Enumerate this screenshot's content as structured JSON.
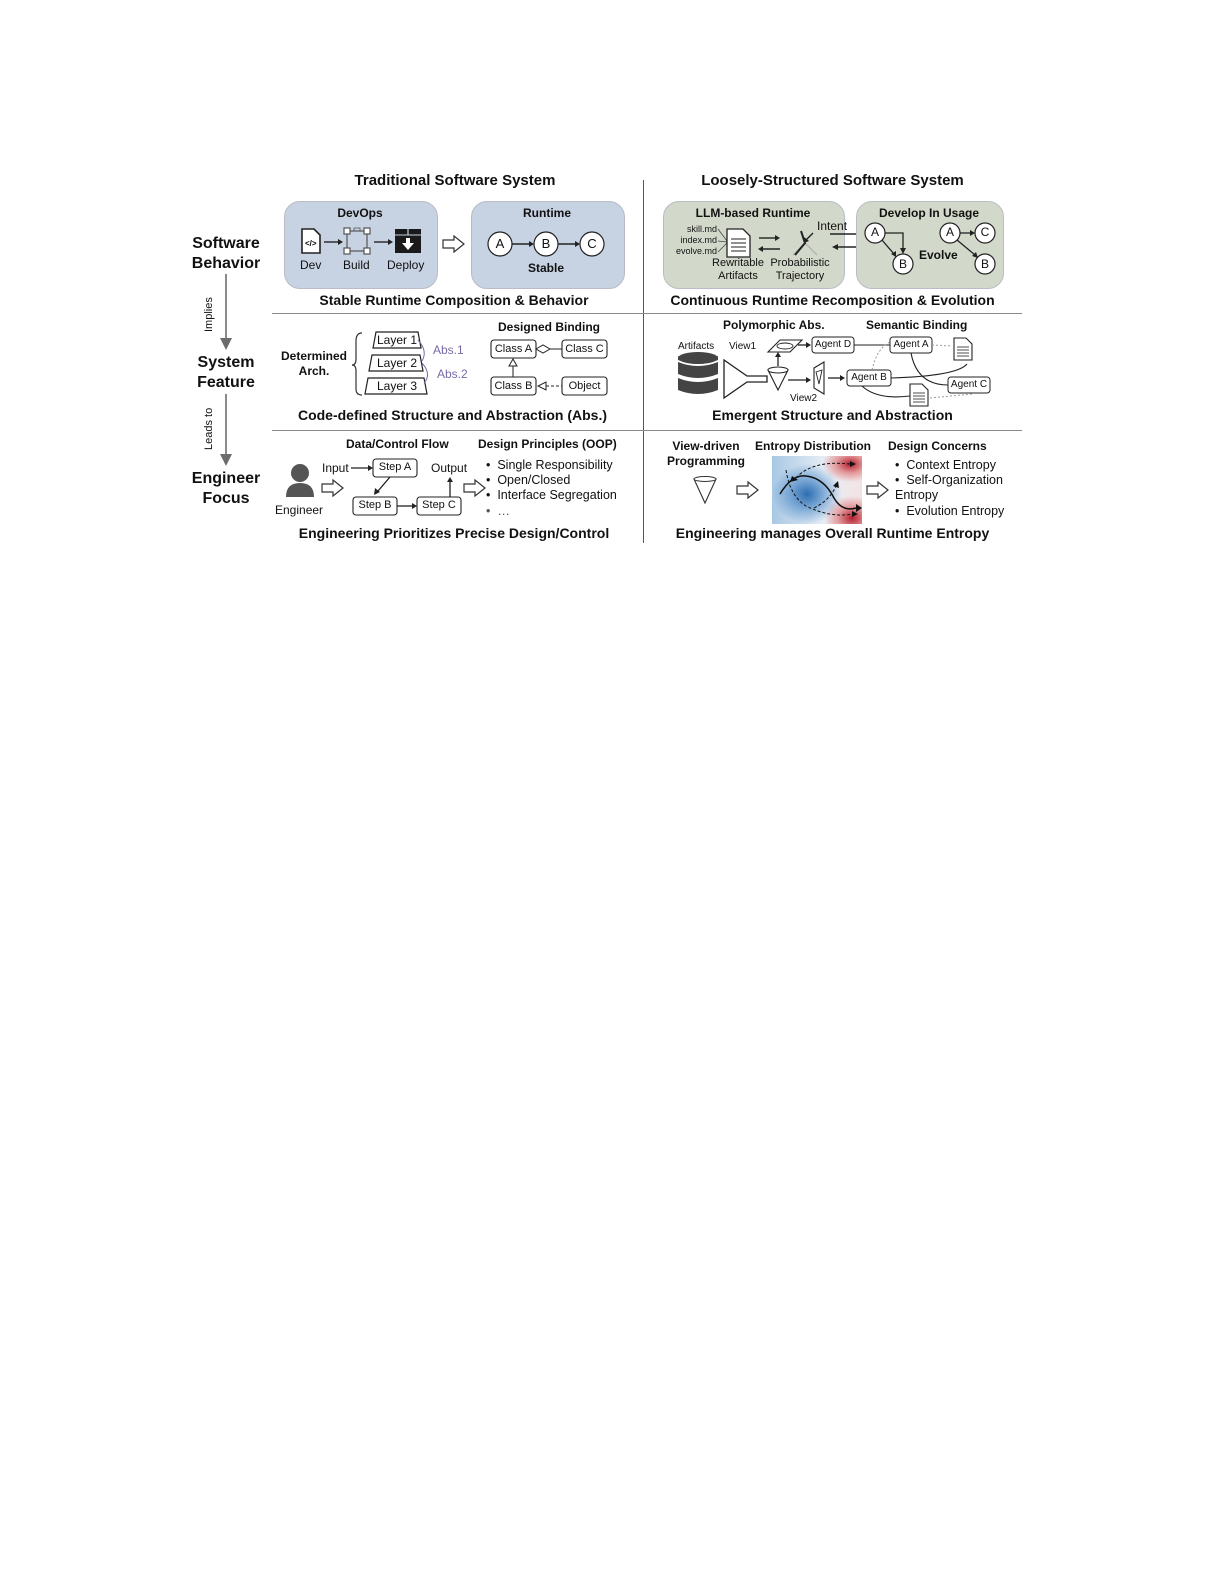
{
  "columns": {
    "left_title": "Traditional Software System",
    "right_title": "Loosely-Structured Software System"
  },
  "row_labels": {
    "software_behavior": [
      "Software",
      "Behavior"
    ],
    "system_feature": [
      "System",
      "Feature"
    ],
    "engineer_focus": [
      "Engineer",
      "Focus"
    ],
    "arrow1": "Implies",
    "arrow2": "Leads to"
  },
  "row1": {
    "left": {
      "devops": {
        "title": "DevOps",
        "steps": [
          "Dev",
          "Build",
          "Deploy"
        ]
      },
      "runtime": {
        "title": "Runtime",
        "nodes": [
          "A",
          "B",
          "C"
        ],
        "caption": "Stable"
      },
      "caption": "Stable Runtime Composition & Behavior"
    },
    "right": {
      "llm_runtime": {
        "title": "LLM-based Runtime",
        "files": [
          "skill.md",
          "index.md",
          "evolve.md"
        ],
        "artifacts_label": [
          "Rewritable",
          "Artifacts"
        ],
        "trajectory_label": [
          "Probabilistic",
          "Trajectory"
        ],
        "intent": "Intent"
      },
      "develop_in_usage": {
        "title": "Develop In Usage",
        "nodes_before": [
          "A",
          "B"
        ],
        "nodes_after": [
          "A",
          "C",
          "B"
        ],
        "evolve": "Evolve"
      },
      "caption": "Continuous Runtime Recomposition & Evolution"
    }
  },
  "row2": {
    "left": {
      "arch_label": [
        "Determined",
        "Arch."
      ],
      "layers": [
        "Layer 1",
        "Layer 2",
        "Layer 3"
      ],
      "abs": [
        "Abs.1",
        "Abs.2"
      ],
      "binding_title": "Designed Binding",
      "classes": [
        "Class A",
        "Class C",
        "Class B",
        "Object"
      ],
      "caption": "Code-defined Structure and Abstraction (Abs.)"
    },
    "right": {
      "poly_title": "Polymorphic Abs.",
      "semantic_title": "Semantic Binding",
      "artifacts": "Artifacts",
      "views": [
        "View1",
        "View2"
      ],
      "agents": [
        "Agent D",
        "Agent A",
        "Agent B",
        "Agent C"
      ],
      "caption": "Emergent Structure and Abstraction"
    }
  },
  "row3": {
    "left": {
      "engineer": "Engineer",
      "flow_title": "Data/Control Flow",
      "input": "Input",
      "output": "Output",
      "steps": [
        "Step A",
        "Step B",
        "Step C"
      ],
      "principles_title": "Design Principles (OOP)",
      "principles": [
        "Single Responsibility",
        "Open/Closed",
        "Interface Segregation",
        "…"
      ],
      "caption": "Engineering Prioritizes Precise Design/Control"
    },
    "right": {
      "view_title": [
        "View-driven",
        "Programming"
      ],
      "entropy_title": "Entropy Distribution",
      "concerns_title": "Design Concerns",
      "concerns": [
        "Context Entropy",
        "Self-Organization",
        "Entropy",
        "Evolution Entropy"
      ],
      "caption": "Engineering manages Overall Runtime Entropy"
    }
  },
  "colors": {
    "blue_box": "#c7d2e3",
    "green_box": "#d3d9ca",
    "abs_purple": "#7a6aa6"
  }
}
